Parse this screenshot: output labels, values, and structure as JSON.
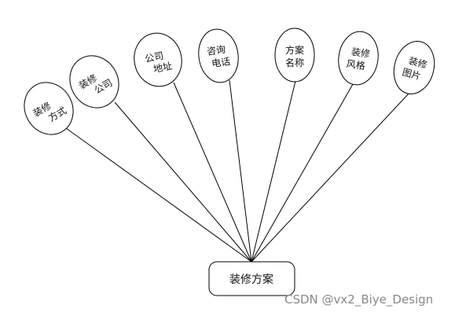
{
  "diagram": {
    "entity": {
      "label": "装修方案"
    },
    "attributes": [
      {
        "id": "style-method",
        "lines": [
          "装修",
          "方式"
        ]
      },
      {
        "id": "company-line1",
        "lines": [
          "装修",
          "公司"
        ]
      },
      {
        "id": "company-address",
        "lines": [
          "公司",
          "地址"
        ]
      },
      {
        "id": "consult-phone",
        "lines": [
          "咨询",
          "电话"
        ]
      },
      {
        "id": "plan-name",
        "lines": [
          "方案",
          "名称"
        ]
      },
      {
        "id": "decor-style",
        "lines": [
          "装修",
          "风格"
        ]
      },
      {
        "id": "decor-image",
        "lines": [
          "装修",
          "图片"
        ]
      }
    ],
    "colors": {
      "stroke": "#000000",
      "text": "#111111",
      "watermark": "#888888"
    }
  },
  "watermark": "CSDN @vx2_Biye_Design"
}
